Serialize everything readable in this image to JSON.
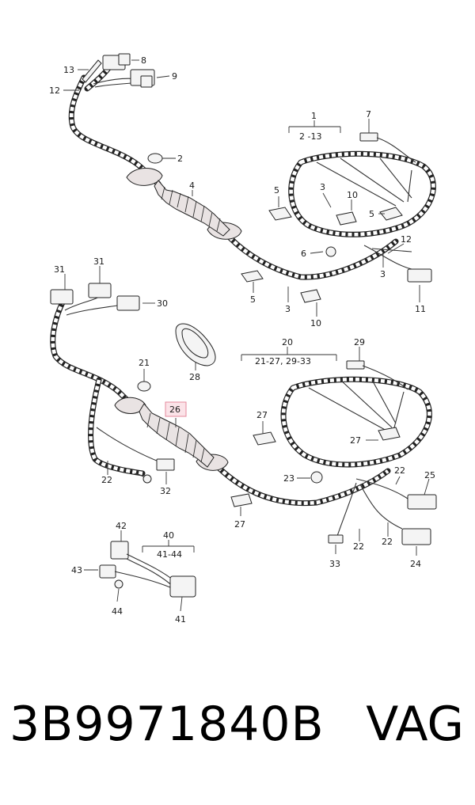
{
  "diagram": {
    "callouts": {
      "c1": "1",
      "c1r": "2 -13",
      "c2": "2",
      "c3a": "3",
      "c3b": "3",
      "c3c": "3",
      "c4": "4",
      "c5a": "5",
      "c5b": "5",
      "c5c": "5",
      "c6": "6",
      "c7": "7",
      "c8": "8",
      "c9": "9",
      "c10a": "10",
      "c10b": "10",
      "c11": "11",
      "c12a": "12",
      "c12b": "12",
      "c13": "13",
      "c20": "20",
      "c20r": "21-27,  29-33",
      "c21": "21",
      "c22a": "22",
      "c22b": "22",
      "c22c": "22",
      "c22d": "22",
      "c23": "23",
      "c24": "24",
      "c25": "25",
      "c26": "26",
      "c27a": "27",
      "c27b": "27",
      "c27c": "27",
      "c28": "28",
      "c29": "29",
      "c30": "30",
      "c31a": "31",
      "c31b": "31",
      "c32": "32",
      "c33": "33",
      "c40": "40",
      "c40r": "41-44",
      "c41": "41",
      "c42": "42",
      "c43": "43",
      "c44": "44"
    }
  },
  "footer": {
    "part_number": "3B9971840B",
    "brand": "VAG"
  }
}
